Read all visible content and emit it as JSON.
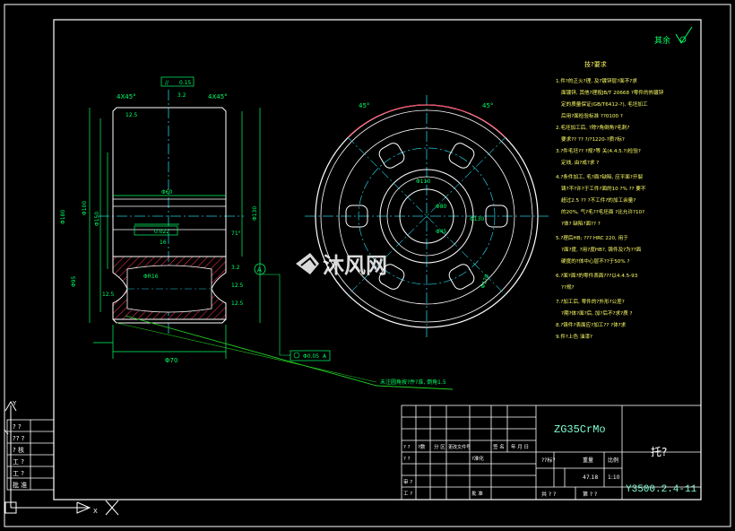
{
  "colors": {
    "background": "#000000",
    "frame": "#ffffff",
    "dimension": "#00ff66",
    "centerline": "#22ccdd",
    "section": "#ff3355",
    "note_text": "#ffff66",
    "leader": "#22cc22",
    "table_text": "#7fffd4",
    "geometry": "#ffffff"
  },
  "roughness_top_right": "其余",
  "watermark": {
    "text": "沐风网",
    "icon": "mufeng-logo-icon"
  },
  "tech_notes": {
    "title": "技?要求",
    "lines": [
      "1.件?的正火?理, 及?镀锌层?面不?求",
      "面镀锌, 其他?理按JB/T 20668 ?零件的热镀锌",
      "定的质量保证(GB/T6412-?), 毛坯加工",
      "后用?面检验标准 ??0100 ?",
      "2.毛坯加工后, ?除?角倒角?毛刺?",
      "要求?? ?? ?/?1220-?质?标?",
      "3.?件毛坯?? ?规?等 关(4.4.5.?)检验?",
      "定线, 由?成?求 ?",
      "4.?条件加工, 毛?面?缺陷, 应平面?开裂",
      "铸?不?许?于工件?面的10 ?% ?? 要不",
      "超过2.5 ?? ?不工件?的加工余量?",
      "的20%, 气?毛??毛坯面 ?比允许?10?",
      "?体? 缺陷?面?? ?",
      "5.?理后HB; ??? HRC 220, 用于",
      "?面?度, ?用?度HB?, 铸件及?为??面",
      "硬度的?体中心层不??于50% ?",
      "6.?面?面?的零件表面???以4.4.5-93",
      "??规?",
      "7.?加工后, 零件的?外形?公差?",
      "?期?体?面?后, 加?后不?求?质 ?",
      "8.?铸件?表面应?加工?? ?体?求",
      "9.件?上色 油漆?"
    ]
  },
  "front_view": {
    "dims": [
      "4X45°",
      "4X45°",
      "12.5",
      "3.2",
      "0.15",
      "Φ60",
      "Φ100",
      "Φ180",
      "Φ130",
      "Φ150",
      "0.022",
      "16",
      "ΦR16",
      "12.5",
      "Φ95",
      "71°",
      "3.2",
      "12.5",
      "12.5"
    ],
    "datum_a": "A",
    "bottom_dim": "Φ70",
    "position_frame": {
      "value": "Φ0.05",
      "datum": "A"
    },
    "leader_note": "未注圆角按?件?准, 倒角1.5"
  },
  "side_view": {
    "angle_labels": [
      "45°",
      "45°"
    ],
    "dims": [
      "Φ110",
      "Φ80",
      "Φ130",
      "Φ170",
      "Φ45"
    ],
    "slot_count": 6
  },
  "title_block": {
    "material": "ZG35CrMo",
    "part_name": "托?",
    "drawing_no": "Y3500.2.4-11",
    "headers_row": [
      "? ?",
      "?数",
      "分 区",
      "更改文件号",
      "签 名",
      "年 月 日"
    ],
    "rows_left": [
      "? ?",
      "? ?",
      "审 ?",
      "工 ?"
    ],
    "standardization": "?准化",
    "approve": "批 准",
    "stage_label": "??标?",
    "weight_label": "重量",
    "scale_label": "比例",
    "weight_value": "47.18",
    "scale_value": "1:10",
    "sheet_total": "共 ? ?",
    "sheet_this": "第 ? ?"
  },
  "side_table": {
    "rows": [
      "? ?",
      "?? ?",
      "? 核",
      "工 ?",
      "工 ?",
      "批 准"
    ]
  },
  "ucs": {
    "axis_x": "X",
    "axis_y": "Y"
  }
}
